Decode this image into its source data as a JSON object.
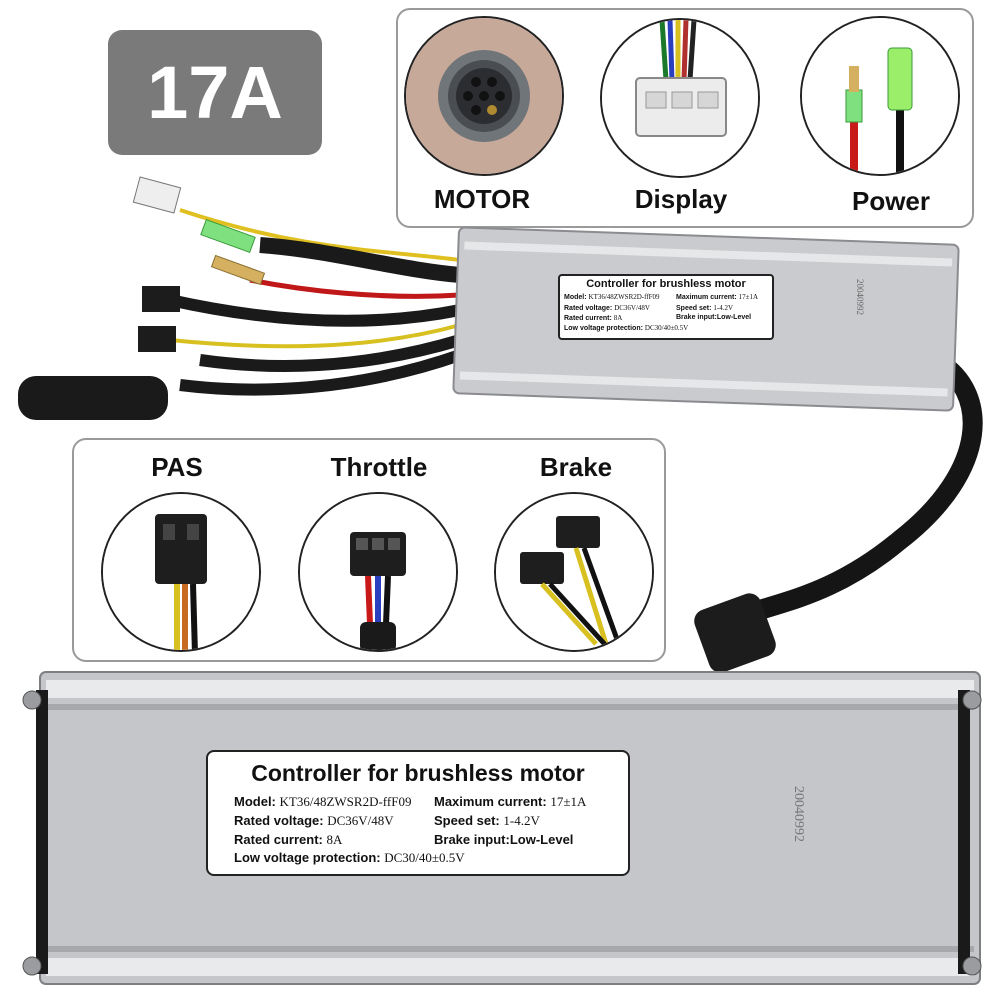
{
  "badge": {
    "text": "17A"
  },
  "connectors_top": [
    {
      "label": "MOTOR",
      "icon": "motor-connector-icon"
    },
    {
      "label": "Display",
      "icon": "display-connector-icon"
    },
    {
      "label": "Power",
      "icon": "power-connector-icon"
    }
  ],
  "connectors_mid": [
    {
      "label": "PAS",
      "icon": "pas-connector-icon"
    },
    {
      "label": "Throttle",
      "icon": "throttle-connector-icon"
    },
    {
      "label": "Brake",
      "icon": "brake-connector-icon"
    }
  ],
  "controller_label": {
    "title": "Controller for brushless motor",
    "model_key": "Model:",
    "model_value": "KT36/48ZWSR2D-ffF09",
    "rated_voltage_key": "Rated voltage:",
    "rated_voltage_value": "DC36V/48V",
    "rated_current_key": "Rated current:",
    "rated_current_value": "8A",
    "max_current_key": "Maximum current:",
    "max_current_value": "17±1A",
    "speed_set_key": "Speed set:",
    "speed_set_value": "1-4.2V",
    "brake_input_key": "Brake input:",
    "brake_input_value": "Low-Level",
    "low_voltage_key": "Low voltage protection:",
    "low_voltage_value": "DC30/40±0.5V",
    "serial": "20040992"
  },
  "colors": {
    "badge": "#7a7a7a",
    "aluminum": "#c9cbce",
    "cable": "#1a1a1a"
  }
}
